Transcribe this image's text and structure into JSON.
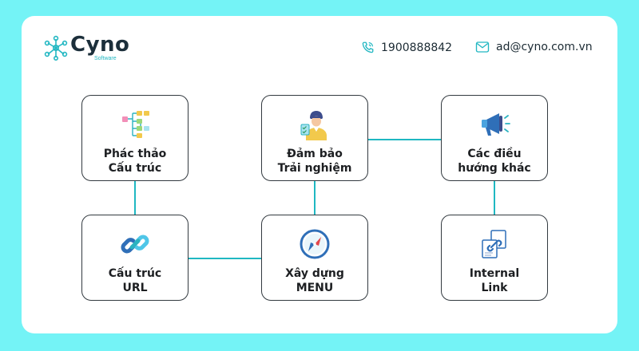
{
  "brand": {
    "name": "Cyno",
    "sub": "Software"
  },
  "contact": {
    "phone": "1900888842",
    "email": "ad@cyno.com.vn"
  },
  "nodes": [
    {
      "label": "Phác thảo\nCấu trúc",
      "icon": "sitemap-icon"
    },
    {
      "label": "Đảm bảo\nTrải nghiệm",
      "icon": "user-checklist-icon"
    },
    {
      "label": "Các điều\nhướng khác",
      "icon": "megaphone-icon"
    },
    {
      "label": "Cấu trúc\nURL",
      "icon": "link-icon"
    },
    {
      "label": "Xây dựng\nMENU",
      "icon": "compass-icon"
    },
    {
      "label": "Internal\nLink",
      "icon": "linked-documents-icon"
    }
  ],
  "colors": {
    "background": "#74f3f6",
    "card": "#ffffff",
    "accent": "#1fb8c2",
    "border": "#333a40"
  }
}
